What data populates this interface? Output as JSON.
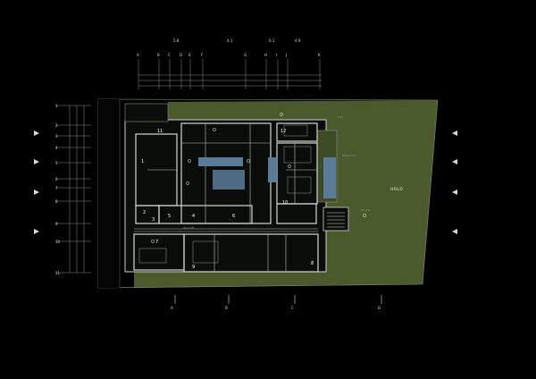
{
  "colors": {
    "background": "#000000",
    "landscape": "#4a5a2c",
    "courtyard_dark": "#101712",
    "glass_blue": "#5a7c99",
    "walls": "#d0d0d0",
    "text": "#d8d8d8"
  },
  "grid_top_groups": [
    "5.8",
    "4.1",
    "6.1",
    "4.9"
  ],
  "grid_top_labels": [
    "A",
    "B",
    "C",
    "D",
    "E",
    "F",
    "G",
    "H",
    "I",
    "J",
    "K"
  ],
  "grid_left_labels": [
    "1",
    "2",
    "3",
    "4",
    "5",
    "6",
    "7",
    "8",
    "9",
    "10",
    "11"
  ],
  "rooms": {
    "r1": "1",
    "r2": "2",
    "r3": "3",
    "r4": "4",
    "r5": "5",
    "r6": "6",
    "r7": "7",
    "r8": "8",
    "r9": "9",
    "r10": "10",
    "r11": "11",
    "r12": "12"
  },
  "hold_label": "HOLD",
  "section_markers": [
    "A",
    "B",
    "C",
    "D"
  ],
  "icons": [
    "north-arrow-icon",
    "section-marker-icon",
    "level-marker-icon",
    "stair-icon"
  ]
}
